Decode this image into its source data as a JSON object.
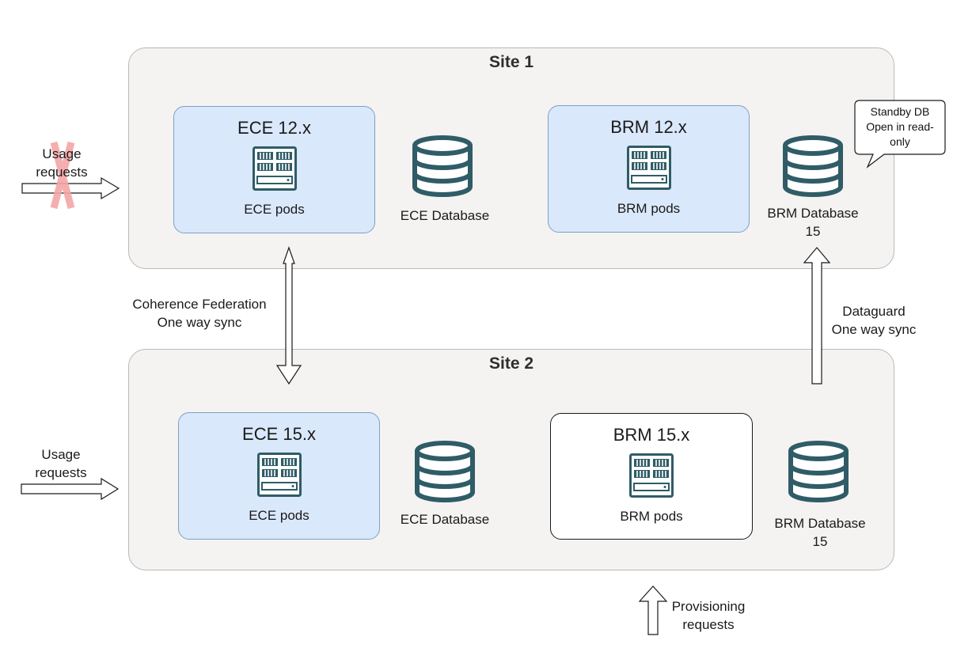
{
  "site1": {
    "title": "Site 1",
    "ece_box": {
      "title": "ECE 12.x",
      "label": "ECE pods"
    },
    "ece_db": {
      "label": "ECE Database"
    },
    "brm_box": {
      "title": "BRM 12.x",
      "label": "BRM pods"
    },
    "brm_db": {
      "label_line1": "BRM Database",
      "label_line2": "15"
    },
    "callout": {
      "line1": "Standby DB",
      "line2": "Open in read-",
      "line3": "only"
    },
    "usage_input": {
      "line1": "Usage",
      "line2": "requests"
    }
  },
  "site2": {
    "title": "Site 2",
    "ece_box": {
      "title": "ECE 15.x",
      "label": "ECE pods"
    },
    "ece_db": {
      "label": "ECE Database"
    },
    "brm_box": {
      "title": "BRM 15.x",
      "label": "BRM pods"
    },
    "brm_db": {
      "label_line1": "BRM Database",
      "label_line2": "15"
    },
    "usage_input": {
      "line1": "Usage",
      "line2": "requests"
    }
  },
  "links": {
    "coherence": {
      "line1": "Coherence Federation",
      "line2": "One way sync"
    },
    "dataguard": {
      "line1": "Dataguard",
      "line2": "One way sync"
    },
    "provisioning": {
      "line1": "Provisioning",
      "line2": "requests"
    }
  },
  "colors": {
    "site_fill": "#f4f3f1",
    "box_blue": "#dae8fb",
    "icon_teal": "#2f5c67",
    "cross_red": "#f4a6a6"
  }
}
